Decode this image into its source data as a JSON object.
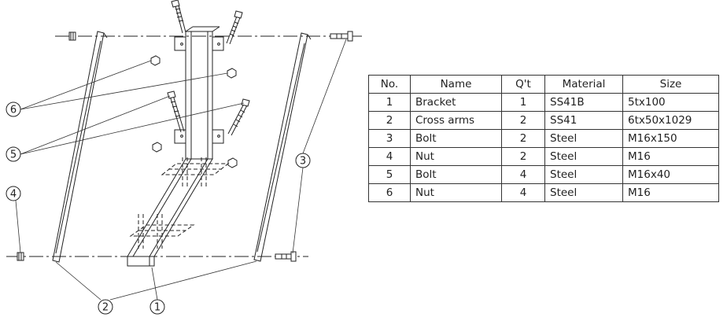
{
  "callouts": [
    {
      "number": "6"
    },
    {
      "number": "5"
    },
    {
      "number": "4"
    },
    {
      "number": "3"
    },
    {
      "number": "2"
    },
    {
      "number": "1"
    }
  ],
  "bom": {
    "headers": [
      "No.",
      "Name",
      "Q't",
      "Material",
      "Size"
    ],
    "rows": [
      [
        "1",
        "Bracket",
        "1",
        "SS41B",
        "5tx100"
      ],
      [
        "2",
        "Cross arms",
        "2",
        "SS41",
        "6tx50x1029"
      ],
      [
        "3",
        "Bolt",
        "2",
        "Steel",
        "M16x150"
      ],
      [
        "4",
        "Nut",
        "2",
        "Steel",
        "M16"
      ],
      [
        "5",
        "Bolt",
        "4",
        "Steel",
        "M16x40"
      ],
      [
        "6",
        "Nut",
        "4",
        "Steel",
        "M16"
      ]
    ]
  }
}
